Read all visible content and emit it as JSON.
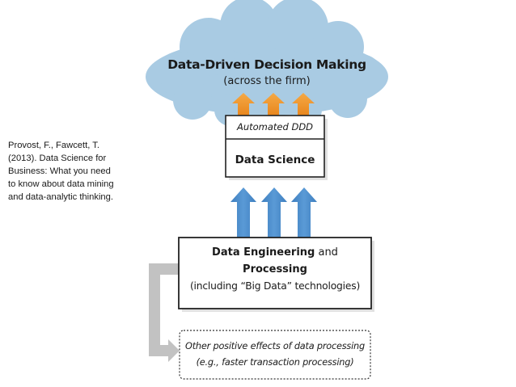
{
  "citation": {
    "lines": [
      "Provost, F., Fawcett, T.",
      "(2013). Data Science for",
      "Business: What you need",
      "to know about data mining",
      "and data-analytic thinking."
    ]
  },
  "diagram": {
    "cloud": {
      "title": "Data-Driven Decision Making",
      "subtitle": "(across the firm)"
    },
    "data_science_box": {
      "top_label": "Automated DDD",
      "main_label": "Data Science"
    },
    "data_engineering_box": {
      "line1_bold": "Data Engineering",
      "line1_rest": " and",
      "line2": "Processing",
      "line3": "(including “Big Data” technologies)"
    },
    "other_effects_box": {
      "line1": "Other positive effects of data processing",
      "line2": "(e.g., faster transaction processing)"
    }
  },
  "colors": {
    "cloud_fill": "#a9cbe3",
    "orange_arrow": "#f0962c",
    "blue_arrow": "#4a8bc9",
    "gray_connector": "#c2c2c2",
    "box_border": "#222222"
  }
}
